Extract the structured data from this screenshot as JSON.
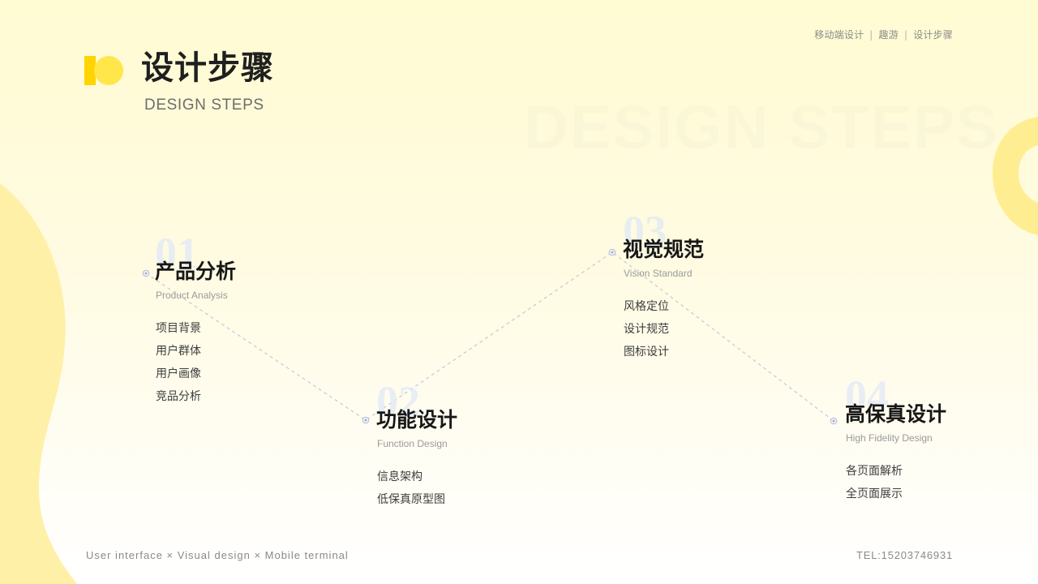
{
  "header": {
    "meta_left": "移动端设计",
    "meta_middle": "趣游",
    "meta_right": "设计步骤",
    "separator": "|"
  },
  "page": {
    "title_cn": "设计步骤",
    "title_en": "DESIGN STEPS",
    "watermark": "DESIGN STEPS"
  },
  "steps": [
    {
      "number": "01",
      "title": "产品分析",
      "subtitle": "Product Analysis",
      "items": [
        "项目背景",
        "用户群体",
        "用户画像",
        "竞品分析"
      ]
    },
    {
      "number": "02",
      "title": "功能设计",
      "subtitle": "Function Design",
      "items": [
        "信息架构",
        "低保真原型图"
      ]
    },
    {
      "number": "03",
      "title": "视觉规范",
      "subtitle": "Vision Standard",
      "items": [
        "风格定位",
        "设计规范",
        "图标设计"
      ]
    },
    {
      "number": "04",
      "title": "高保真设计",
      "subtitle": "High Fidelity Design",
      "items": [
        "各页面解析",
        "全页面展示"
      ]
    }
  ],
  "footer": {
    "left": "User interface × Visual design × Mobile terminal",
    "right": "TEL:15203746931"
  },
  "colors": {
    "accent": "#ffd400",
    "accent_light": "#ffe74b",
    "background_top": "#fffbd2",
    "background_bottom": "#ffffff"
  }
}
